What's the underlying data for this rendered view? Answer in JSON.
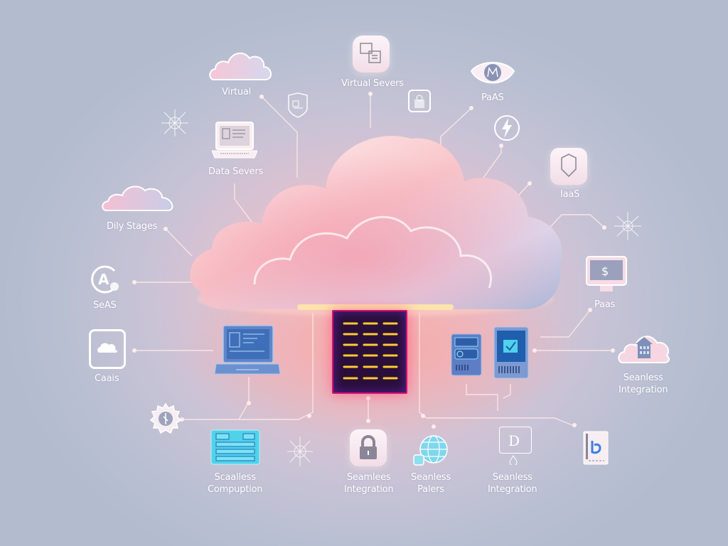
{
  "diagram": {
    "center": {
      "icon": "cloud-icon"
    },
    "labels": {
      "virtual": "Virtual",
      "virtual_servers": "Virtual Severs",
      "paas_top": "PaAS",
      "data_servers": "Data Severs",
      "daily_stages": "Dily Stages",
      "iaas": "IaaS",
      "saas": "SeAS",
      "paas_right": "Paas",
      "caas": "Caais",
      "seamless_integration_right_1": "Seanless",
      "seamless_integration_right_2": "Integration",
      "scalable_computing_1": "Scaalless",
      "scalable_computing_2": "Compuption",
      "seamless_integration_lock_1": "Seamlees",
      "seamless_integration_lock_2": "Integration",
      "seamless_papers_1": "Seanless",
      "seamless_papers_2": "Palers",
      "seamless_integration_d_1": "Seanless",
      "seamless_integration_d_2": "Integration"
    },
    "icons": [
      "small-cloud-icon",
      "document-servers-icon",
      "m-eye-icon",
      "shield-document-icon",
      "clipboard-icon",
      "laptop-icon",
      "network-node-icon",
      "lightning-icon",
      "shield-icon",
      "small-cloud-icon",
      "network-node-icon",
      "a-refresh-icon",
      "monitor-dollar-icon",
      "cloud-upload-document-icon",
      "cloud-building-icon",
      "gear-icon",
      "laptop-blue-icon",
      "server-rack-icon",
      "server-device-icon",
      "tablet-check-icon",
      "cyan-panel-icon",
      "network-node-icon",
      "lock-icon",
      "globe-lock-icon",
      "d-document-icon",
      "b-device-icon"
    ],
    "colors": {
      "background": "#b7bfd1",
      "glow": "#f3a8a6",
      "line": "#fbe6e6",
      "device_blue": "#5b7fc4",
      "rack_dark": "#2a0f3a",
      "rack_led": "#ffc933",
      "rack_border": "#d0136a",
      "panel_cyan": "#4fd2ea"
    }
  }
}
